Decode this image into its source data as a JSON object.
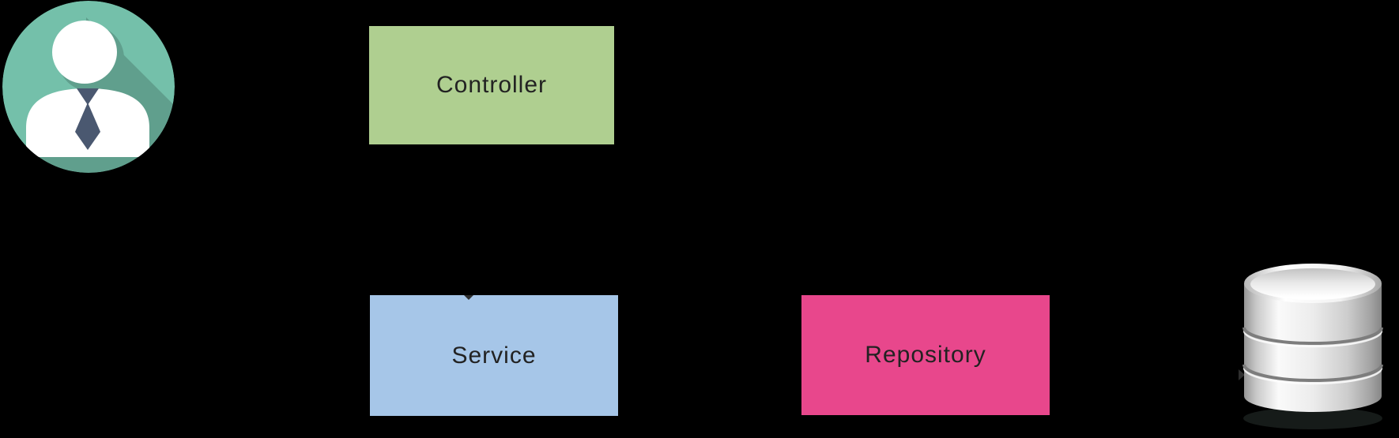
{
  "background": "#000000",
  "text_color": "#222222",
  "arrow_color": "#2e2e2e",
  "nodes": [
    {
      "id": "controller",
      "label": "Controller",
      "fill": "#afcf90"
    },
    {
      "id": "service",
      "label": "Service",
      "fill": "#a6c6e8"
    },
    {
      "id": "repository",
      "label": "Repository",
      "fill": "#e8478c"
    }
  ],
  "icons": {
    "user": {
      "name": "user-avatar-icon",
      "circle": "#74c0aa",
      "figure": "#ffffff",
      "tie": "#4a5870"
    },
    "database": {
      "name": "database-icon",
      "body_light": "#fafafa",
      "body_dark": "#8d8d8d"
    }
  }
}
